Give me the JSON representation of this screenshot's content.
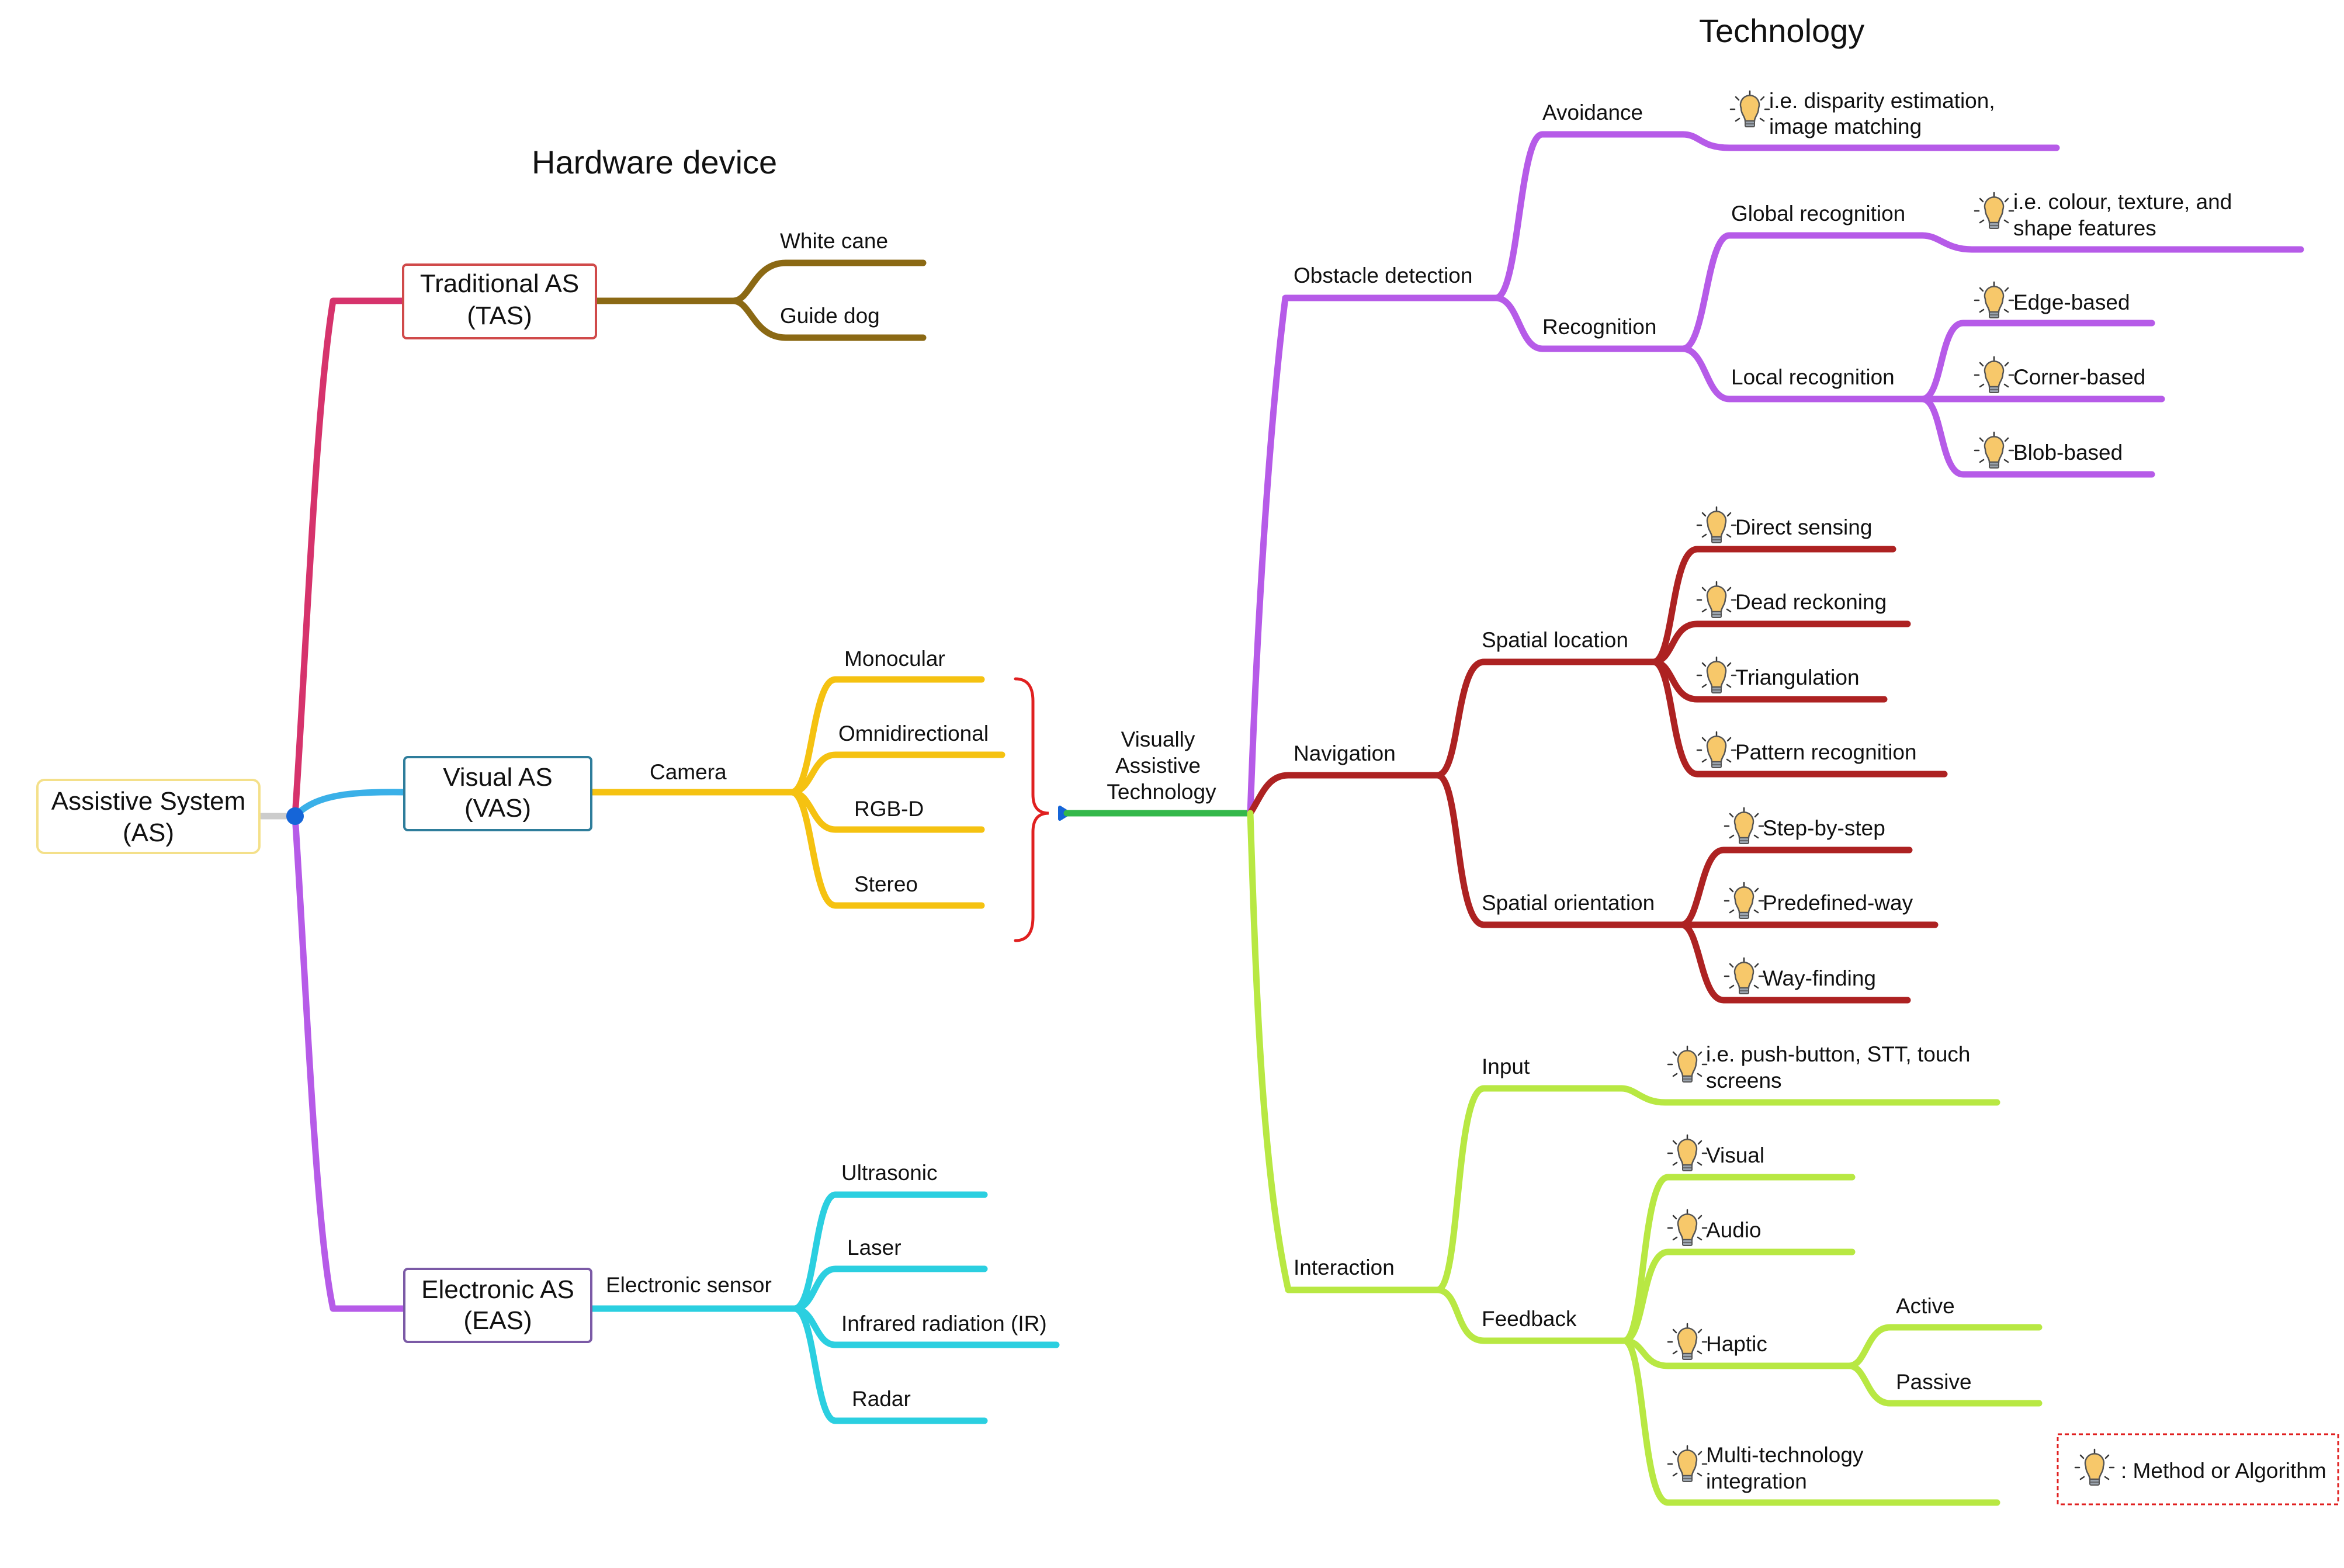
{
  "headings": {
    "hardware": "Hardware device",
    "technology": "Technology"
  },
  "root": {
    "line1": "Assistive System",
    "line2": "(AS)"
  },
  "tas": {
    "line1": "Traditional AS",
    "line2": "(TAS)",
    "items": [
      "White cane",
      "Guide dog"
    ]
  },
  "vas": {
    "line1": "Visual AS",
    "line2": "(VAS)",
    "camera": "Camera",
    "items": [
      "Monocular",
      "Omnidirectional",
      "RGB-D",
      "Stereo"
    ]
  },
  "eas": {
    "line1": "Electronic AS",
    "line2": "(EAS)",
    "sensor": "Electronic sensor",
    "items": [
      "Ultrasonic",
      "Laser",
      "Infrared radiation (IR)",
      "Radar"
    ]
  },
  "vat": {
    "line1": "Visually",
    "line2": "Assistive",
    "line3": "Technology"
  },
  "obstacle": {
    "label": "Obstacle detection",
    "avoidance": {
      "label": "Avoidance",
      "method1": "i.e. disparity estimation,",
      "method2": "image matching"
    },
    "recognition": {
      "label": "Recognition",
      "global": {
        "label": "Global recognition",
        "method1": "i.e. colour, texture, and",
        "method2": "shape features"
      },
      "local": {
        "label": "Local recognition",
        "methods": [
          "Edge-based",
          "Corner-based",
          "Blob-based"
        ]
      }
    }
  },
  "navigation": {
    "label": "Navigation",
    "location": {
      "label": "Spatial location",
      "methods": [
        "Direct sensing",
        "Dead reckoning",
        "Triangulation",
        "Pattern recognition"
      ]
    },
    "orientation": {
      "label": "Spatial orientation",
      "methods": [
        "Step-by-step",
        "Predefined-way",
        "Way-finding"
      ]
    }
  },
  "interaction": {
    "label": "Interaction",
    "input": {
      "label": "Input",
      "method1": "i.e. push-button, STT, touch",
      "method2": "screens"
    },
    "feedback": {
      "label": "Feedback",
      "visual": "Visual",
      "audio": "Audio",
      "haptic": "Haptic",
      "haptic_items": [
        "Active",
        "Passive"
      ],
      "multi1": "Multi-technology",
      "multi2": "integration"
    }
  },
  "legend": {
    "text": ":  Method or Algorithm",
    "icon": "lightbulb-icon"
  },
  "colors": {
    "tas": "#d6336c",
    "tas_items": "#8b6914",
    "vas": "#3ab0e8",
    "vas_items": "#f5c211",
    "eas": "#b65be8",
    "eas_items": "#2bcfe0",
    "vat": "#34b84a",
    "obstacle": "#b65be8",
    "navigation": "#ad2222",
    "interaction": "#b8e843",
    "root_border": "#f4e08a",
    "tas_border": "#d04a4a",
    "vas_border": "#2e7d9b",
    "eas_border": "#7b5aa6",
    "brace": "#e02020",
    "legend_border": "#e02020"
  }
}
